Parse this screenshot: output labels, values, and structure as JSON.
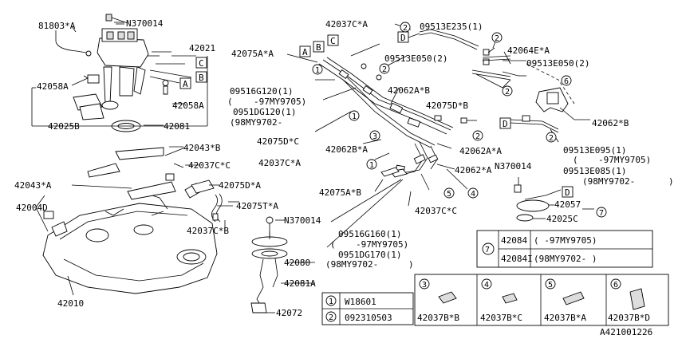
{
  "labels": {
    "p81803a": "81803*A",
    "pn370014a": "N370014",
    "p42021": "42021",
    "p42058a1": "42058A",
    "p42058a2": "42058A",
    "p42081": "42081",
    "p42025b": "42025B",
    "p42037ca_top": "42037C*A",
    "p42075aa_top": "42075A*A",
    "p09513e235": "09513E235(1)",
    "p42064ea": "42064E*A",
    "p09513e050_l": "09513E050(2)",
    "p09513e050_r": "09513E050(2)",
    "p09516g120": "09516G120(1)",
    "p97my_a": "-97MY9705)",
    "p0951dg120": "0951DG120(1)",
    "p98my_a": "(98MY9702-",
    "p42062ab": "42062A*B",
    "p42075db": "42075D*B",
    "p42062sb": "42062*B",
    "p42075dc": "42075D*C",
    "p42062ba": "42062B*A",
    "p42062aa": "42062A*A",
    "p42037ca_mid": "42037C*A",
    "p42062sa": "42062*A",
    "p09513e095": "09513E095(1)",
    "p97my_b": "-97MY9705)",
    "p09513e085": "09513E085(1)",
    "p98my_b": "(98MY9702-",
    "pn370014b": "N370014",
    "p42043b": "42043*B",
    "p42037cc_l": "42037C*C",
    "p42043a": "42043*A",
    "p42075da": "42075D*A",
    "p42004d": "42004D",
    "p42075ta": "42075T*A",
    "p42075ab": "42075A*B",
    "p42037cc_r": "42037C*C",
    "p42057": "42057",
    "p42025c": "42025C",
    "p42037cb": "42037C*B",
    "pn370014c": "N370014",
    "p09516g160": "09516G160(1)",
    "p97my_c": "-97MY9705)",
    "p0951dg170": "0951DG170(1)",
    "p98my_c": "(98MY9702-",
    "p42080": "42080",
    "p42081a": "42081A",
    "p42010": "42010",
    "p42072": "42072",
    "drawing_no": "A421001226"
  },
  "boxes": {
    "a": "A",
    "b": "B",
    "c": "C",
    "d": "D"
  },
  "circles": {
    "c1": "1",
    "c2": "2",
    "c3": "3",
    "c4": "4",
    "c5": "5",
    "c6": "6",
    "c7": "7"
  },
  "table7": {
    "index": "7",
    "rows": [
      {
        "part": "42084",
        "range": "(   -97MY9705)"
      },
      {
        "part": "42084I",
        "range": "(98MY9702-    )"
      }
    ]
  },
  "table12": {
    "rows": [
      {
        "index": "1",
        "part": "W18601"
      },
      {
        "index": "2",
        "part": "092310503"
      }
    ]
  },
  "table_clips": {
    "cells": [
      {
        "index": "3",
        "part": "42037B*B"
      },
      {
        "index": "4",
        "part": "42037B*C"
      },
      {
        "index": "5",
        "part": "42037B*A"
      },
      {
        "index": "6",
        "part": "42037B*D"
      }
    ]
  }
}
